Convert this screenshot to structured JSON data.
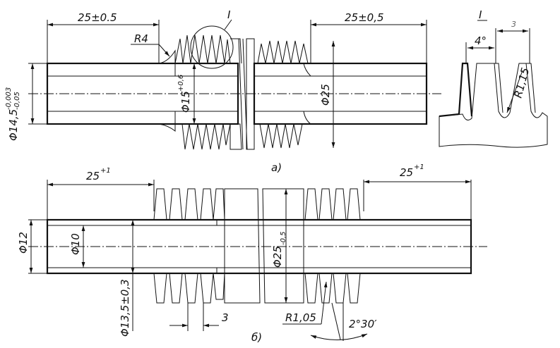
{
  "view_a": {
    "label": "a)",
    "dim_left_length": "25±0.5",
    "dim_right_length": "25±0,5",
    "radius_label": "R4",
    "detail_callout": "I",
    "dia_outer_main": "Φ14,5",
    "dia_outer_sup": "-0,003",
    "dia_outer_sub": "-0,05",
    "dia_inner_main": "Φ15",
    "dia_inner_sup": "+0,6",
    "dia_right": "Φ25"
  },
  "detail_I": {
    "title": "I",
    "pitch": "3",
    "angle": "4°",
    "radius": "R1,15"
  },
  "view_b": {
    "label": "б)",
    "dim_left_main": "25",
    "dim_left_sup": "+1",
    "dim_right_main": "25",
    "dim_right_sup": "+1",
    "dia_left": "Φ12",
    "dia_bore": "Φ10",
    "dia_center_main": "Φ25",
    "dia_center_sub": "-0,5",
    "dia_bottom": "Φ13,5±0,3",
    "pitch": "3",
    "radius": "R1,05",
    "angle": "2°30′"
  }
}
